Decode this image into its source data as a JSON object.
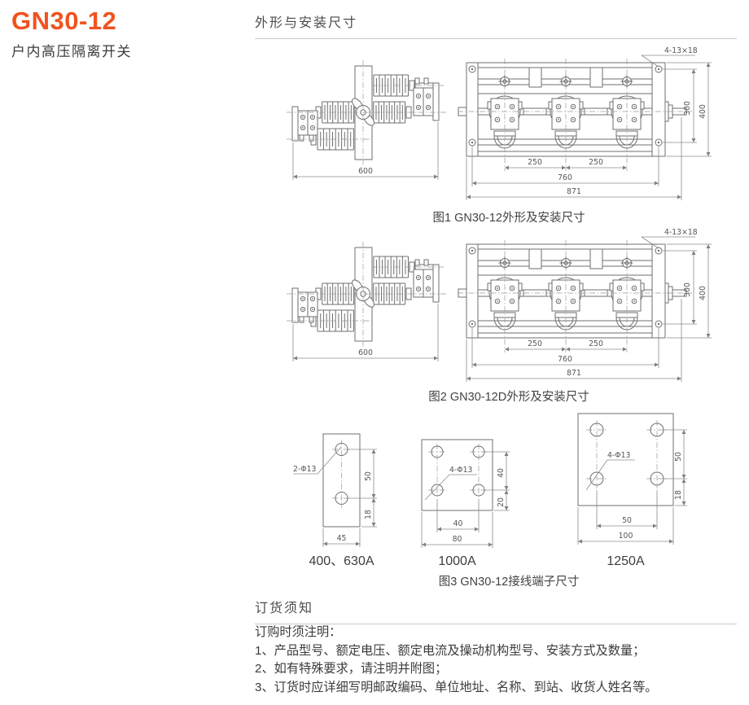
{
  "colors": {
    "accent": "#f0531f"
  },
  "header": {
    "model": "GN30-12",
    "product_name": "户内高压隔离开关"
  },
  "outline_section": {
    "title": "外形与安装尺寸"
  },
  "figure1": {
    "caption": "图1 GN30-12外形及安装尺寸",
    "dims": {
      "side_width": "600",
      "hole_spec": "4-13×18",
      "pitch_left": "250",
      "pitch_right": "250",
      "mount_span": "760",
      "overall_width": "871",
      "hole_span": "300",
      "overall_height": "400"
    }
  },
  "figure2": {
    "caption": "图2 GN30-12D外形及安装尺寸",
    "dims": {
      "side_width": "600",
      "hole_spec": "4-13×18",
      "pitch_left": "250",
      "pitch_right": "250",
      "mount_span": "760",
      "overall_width": "871",
      "hole_span": "300",
      "overall_height": "400"
    }
  },
  "figure3": {
    "caption": "图3 GN30-12接线端子尺寸",
    "plates": [
      {
        "label": "400、630A",
        "holes": "2-Φ13",
        "width": "45",
        "v1": "50",
        "v2": "18"
      },
      {
        "label": "1000A",
        "holes": "4-Φ13",
        "pitch": "40",
        "width": "80",
        "v1": "40",
        "v2": "20"
      },
      {
        "label": "1250A",
        "holes": "4-Φ13",
        "pitch": "50",
        "width": "100",
        "v1": "50",
        "v2": "18"
      }
    ]
  },
  "ordering_section": {
    "title": "订货须知",
    "intro": "订购时须注明：",
    "items": [
      "1、产品型号、额定电压、额定电流及操动机构型号、安装方式及数量；",
      "2、如有特殊要求，请注明并附图；",
      "3、订货时应详细写明邮政编码、单位地址、名称、到站、收货人姓名等。"
    ]
  }
}
